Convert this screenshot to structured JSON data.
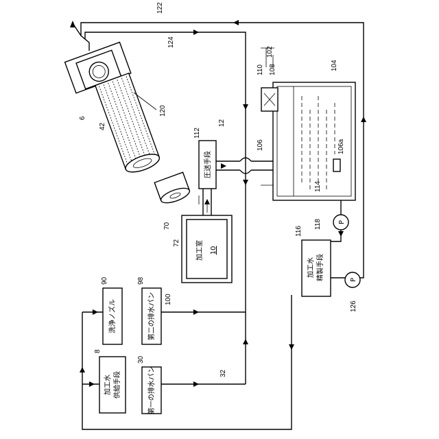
{
  "labels": {
    "pressure_feed": "圧送手段",
    "processing_chamber": "加工室",
    "processing_chamber_num": "10",
    "water_refining_line1": "加工水",
    "water_refining_line2": "精製手段",
    "water_supply_line1": "加工水",
    "water_supply_line2": "供給手段",
    "cleaning_nozzle": "洗浄ノズル",
    "second_drain_pan": "第二の排水パン",
    "first_drain_pan": "第一の排水パン",
    "pump_symbol_1": "P",
    "pump_symbol_2": "P"
  },
  "refs": {
    "r122": "122",
    "r124": "124",
    "r6": "6",
    "r42": "42",
    "r120": "120",
    "r12": "12",
    "r112": "112",
    "r106": "106",
    "r106a": "106a",
    "r114": "114",
    "r102": "102",
    "r110": "110",
    "r108": "108",
    "r104": "104",
    "r70": "70",
    "r72": "72",
    "r116": "116",
    "r118": "118",
    "r126": "126",
    "r90": "90",
    "r98": "98",
    "r100": "100",
    "r8": "8",
    "r30": "30",
    "r32": "32"
  }
}
